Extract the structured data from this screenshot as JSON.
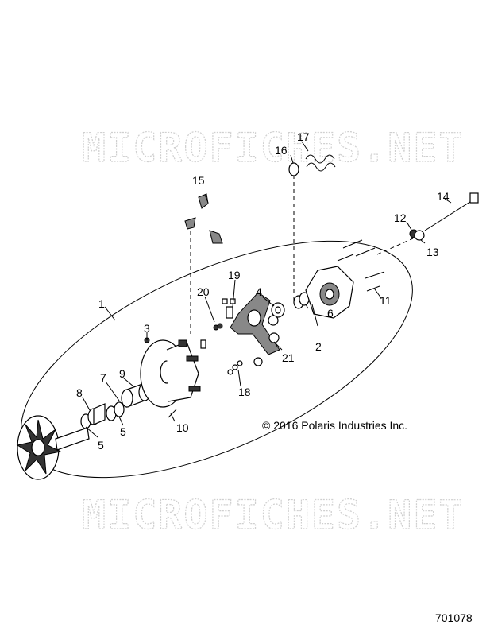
{
  "watermark_top": "MICROFICHES.NET",
  "watermark_bottom": "MICROFICHES.NET",
  "copyright": "© 2016 Polaris Industries Inc.",
  "document_number": "701078",
  "callouts": {
    "c1": "1",
    "c2": "2",
    "c3": "3",
    "c4": "4",
    "c5a": "5",
    "c5b": "5",
    "c6": "6",
    "c7": "7",
    "c8": "8",
    "c9": "9",
    "c10": "10",
    "c11": "11",
    "c12": "12",
    "c13": "13",
    "c14": "14",
    "c15": "15",
    "c16": "16",
    "c17": "17",
    "c18": "18",
    "c19": "19",
    "c20": "20",
    "c21": "21"
  }
}
